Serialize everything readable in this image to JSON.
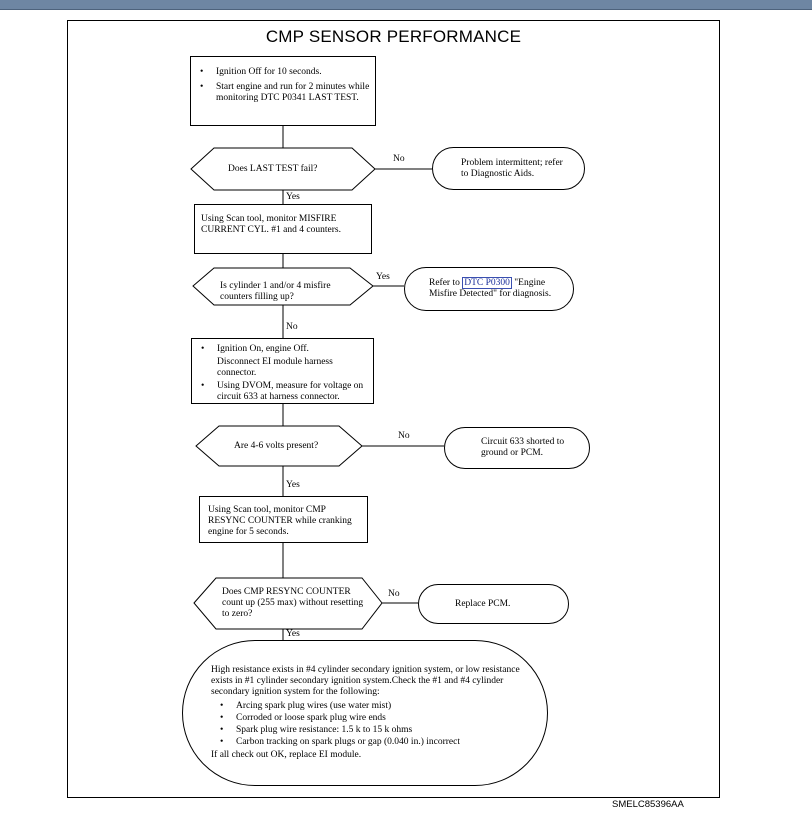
{
  "title": "CMP SENSOR PERFORMANCE",
  "figure_id": "SMELC85396AA",
  "step1": {
    "bullets": [
      "Ignition Off for 10 seconds.",
      "Start engine and run for 2 minutes while monitoring DTC P0341 LAST TEST."
    ]
  },
  "decision1": {
    "text": "Does LAST TEST fail?",
    "no_label": "No",
    "yes_label": "Yes"
  },
  "result1": {
    "text": "Problem intermittent; refer to Diagnostic Aids."
  },
  "step2": {
    "text": "Using Scan tool, monitor MISFIRE CURRENT CYL. #1 and 4 counters."
  },
  "decision2": {
    "text": "Is cylinder 1 and/or 4 misfire counters filling up?",
    "yes_label": "Yes",
    "no_label": "No"
  },
  "result2": {
    "prefix": "Refer to ",
    "link": "DTC P0300",
    "suffix": " \"Engine Misfire Detected\" for diagnosis."
  },
  "step3": {
    "b1": "Ignition On, engine Off.",
    "b1_cont": "Disconnect EI module harness connector.",
    "b2": "Using DVOM, measure for voltage on circuit 633 at harness connector."
  },
  "decision3": {
    "text": "Are 4-6 volts present?",
    "no_label": "No",
    "yes_label": "Yes"
  },
  "result3": {
    "text": "Circuit 633 shorted to ground or PCM."
  },
  "step4": {
    "text": "Using Scan tool, monitor CMP RESYNC COUNTER while cranking engine for 5 seconds."
  },
  "decision4": {
    "text": "Does CMP RESYNC COUNTER count up (255 max) without resetting to zero?",
    "no_label": "No",
    "yes_label": "Yes"
  },
  "result4": {
    "text": "Replace PCM."
  },
  "final": {
    "intro": "High resistance exists in #4 cylinder secondary ignition system, or low resistance exists in #1 cylinder secondary ignition system.Check the #1 and #4 cylinder secondary ignition system for the following:",
    "items": [
      "Arcing spark plug wires (use water mist)",
      "Corroded or loose spark plug wire ends",
      "Spark plug wire resistance: 1.5 k to 15 k ohms",
      "Carbon tracking on spark plugs or gap (0.040 in.) incorrect"
    ],
    "outro": "If all check out OK, replace EI module."
  }
}
